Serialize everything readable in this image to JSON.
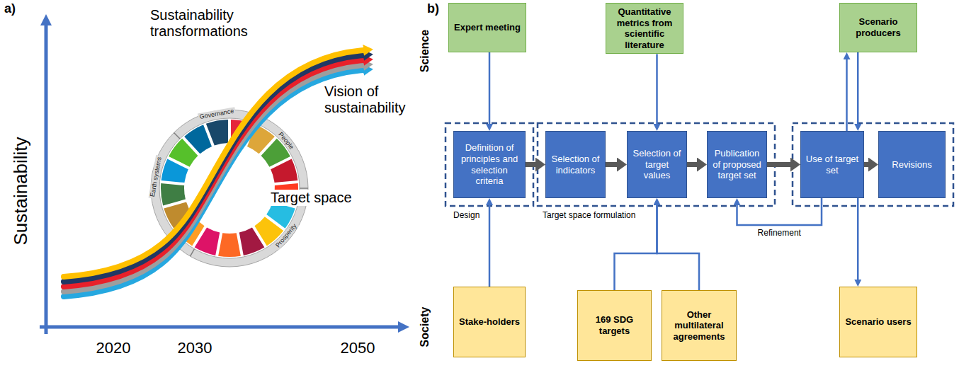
{
  "diagram": {
    "nodes": [
      {
        "text": [
          "Expert meeting"
        ]
      },
      {
        "text": [
          "Quantitative metrics from scientific literature"
        ]
      },
      {
        "text": [
          "Scenario producers"
        ]
      },
      {
        "text": [
          "Definition of principles and selection criteria"
        ]
      },
      {
        "text": [
          "Selection of indicators"
        ]
      },
      {
        "text": [
          "Selection of target values"
        ]
      },
      {
        "text": [
          "Publication of proposed target set"
        ]
      },
      {
        "text": [
          "Use of target set"
        ]
      },
      {
        "text": [
          "Revisions"
        ]
      },
      {
        "text": [
          "Stake-holders"
        ]
      },
      {
        "text": [
          "169 SDG targets"
        ]
      },
      {
        "text": [
          "Other multilateral agreements"
        ]
      },
      {
        "text": [
          "Scenario users"
        ]
      }
    ],
    "edges": [
      {
        "from": 0,
        "to": 3,
        "arrow": "to"
      },
      {
        "from": 1,
        "to": 5,
        "arrow": "to"
      },
      {
        "from": 7,
        "to": 2,
        "arrow": "to"
      },
      {
        "from": 2,
        "to": 7,
        "arrow": "to"
      },
      {
        "from": 3,
        "to": 4,
        "arrow": "to"
      },
      {
        "from": 4,
        "to": 5,
        "arrow": "to"
      },
      {
        "from": 5,
        "to": 6,
        "arrow": "to"
      },
      {
        "from": 6,
        "to": 7,
        "arrow": "to"
      },
      {
        "from": 7,
        "to": 8,
        "arrow": "to"
      },
      {
        "from": 9,
        "to": 3,
        "arrow": "to"
      },
      {
        "from": 10,
        "to": 5,
        "arrow": "to"
      },
      {
        "from": 11,
        "to": 5,
        "arrow": "to"
      },
      {
        "from": 7,
        "to": 6,
        "label": "Refinement",
        "arrow": "to"
      },
      {
        "from": 7,
        "to": 12,
        "arrow": "to"
      }
    ],
    "labels": [
      "a)",
      "Sustainability transformations",
      "Vision of sustainability",
      "Governance",
      "People",
      "Prosperity",
      "Earth systems",
      "Target space",
      "Sustainability",
      "2020",
      "2030",
      "2050",
      "b)",
      "Science",
      "Society",
      "Design",
      "Target space formulation"
    ]
  }
}
